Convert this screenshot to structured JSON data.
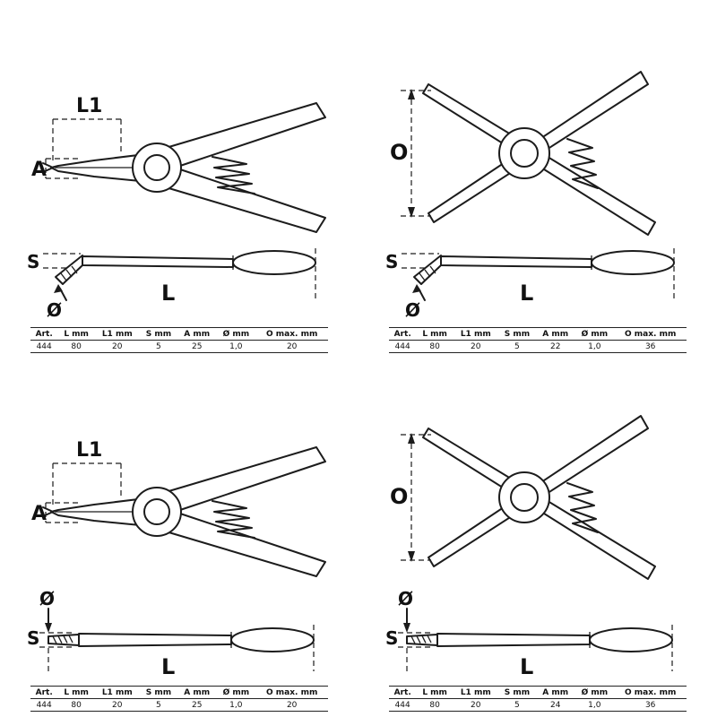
{
  "table": {
    "headers": [
      "Art.",
      "L mm",
      "L1 mm",
      "S mm",
      "A mm",
      "Ø mm",
      "O max. mm"
    ]
  },
  "panels": [
    {
      "name": "external-pliers-straight",
      "dim_labels": {
        "l1": "L1",
        "a": "A",
        "s": "S",
        "dia": "Ø",
        "l": "L"
      },
      "values": [
        "444",
        "80",
        "20",
        "5",
        "25",
        "1,0",
        "20"
      ]
    },
    {
      "name": "internal-pliers-straight",
      "dim_labels": {
        "o": "O",
        "s": "S",
        "dia": "Ø",
        "l": "L"
      },
      "values": [
        "444",
        "80",
        "20",
        "5",
        "22",
        "1,0",
        "36"
      ]
    },
    {
      "name": "external-pliers-bent",
      "dim_labels": {
        "l1": "L1",
        "a": "A",
        "s": "S",
        "dia": "Ø",
        "l": "L"
      },
      "values": [
        "444",
        "80",
        "20",
        "5",
        "25",
        "1,0",
        "20"
      ]
    },
    {
      "name": "internal-pliers-bent",
      "dim_labels": {
        "o": "O",
        "s": "S",
        "dia": "Ø",
        "l": "L"
      },
      "values": [
        "444",
        "80",
        "20",
        "5",
        "24",
        "1,0",
        "36"
      ]
    }
  ],
  "colors": {
    "line": "#1c1c1c",
    "background": "#ffffff"
  }
}
